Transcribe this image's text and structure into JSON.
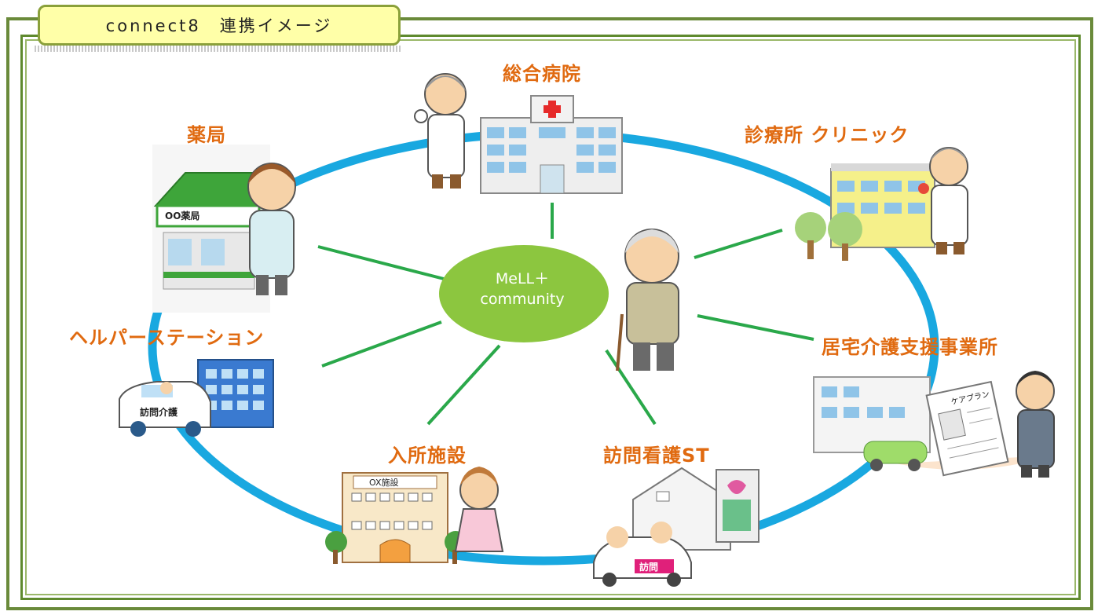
{
  "header": {
    "title": "connect8　連携イメージ"
  },
  "hub": {
    "line1": "MeLL＋",
    "line2": "community"
  },
  "nodes": {
    "hospital": "総合病院",
    "clinic": "診療所 クリニック",
    "pharmacy": "薬局",
    "care_support": "居宅介護支援事業所",
    "helper": "ヘルパーステーション",
    "facility": "入所施設",
    "nursing": "訪問看護ST"
  },
  "signs": {
    "pharmacy": "OO薬局",
    "helper_car": "訪問介護",
    "facility": "OX施設",
    "nursing_car": "訪問",
    "care_plan": "ケアプラン"
  },
  "colors": {
    "ring": "#19a8e0",
    "spoke": "#2aa84a",
    "hub": "#8cc63f",
    "label": "#e06a10",
    "frame": "#5f8a2e"
  }
}
